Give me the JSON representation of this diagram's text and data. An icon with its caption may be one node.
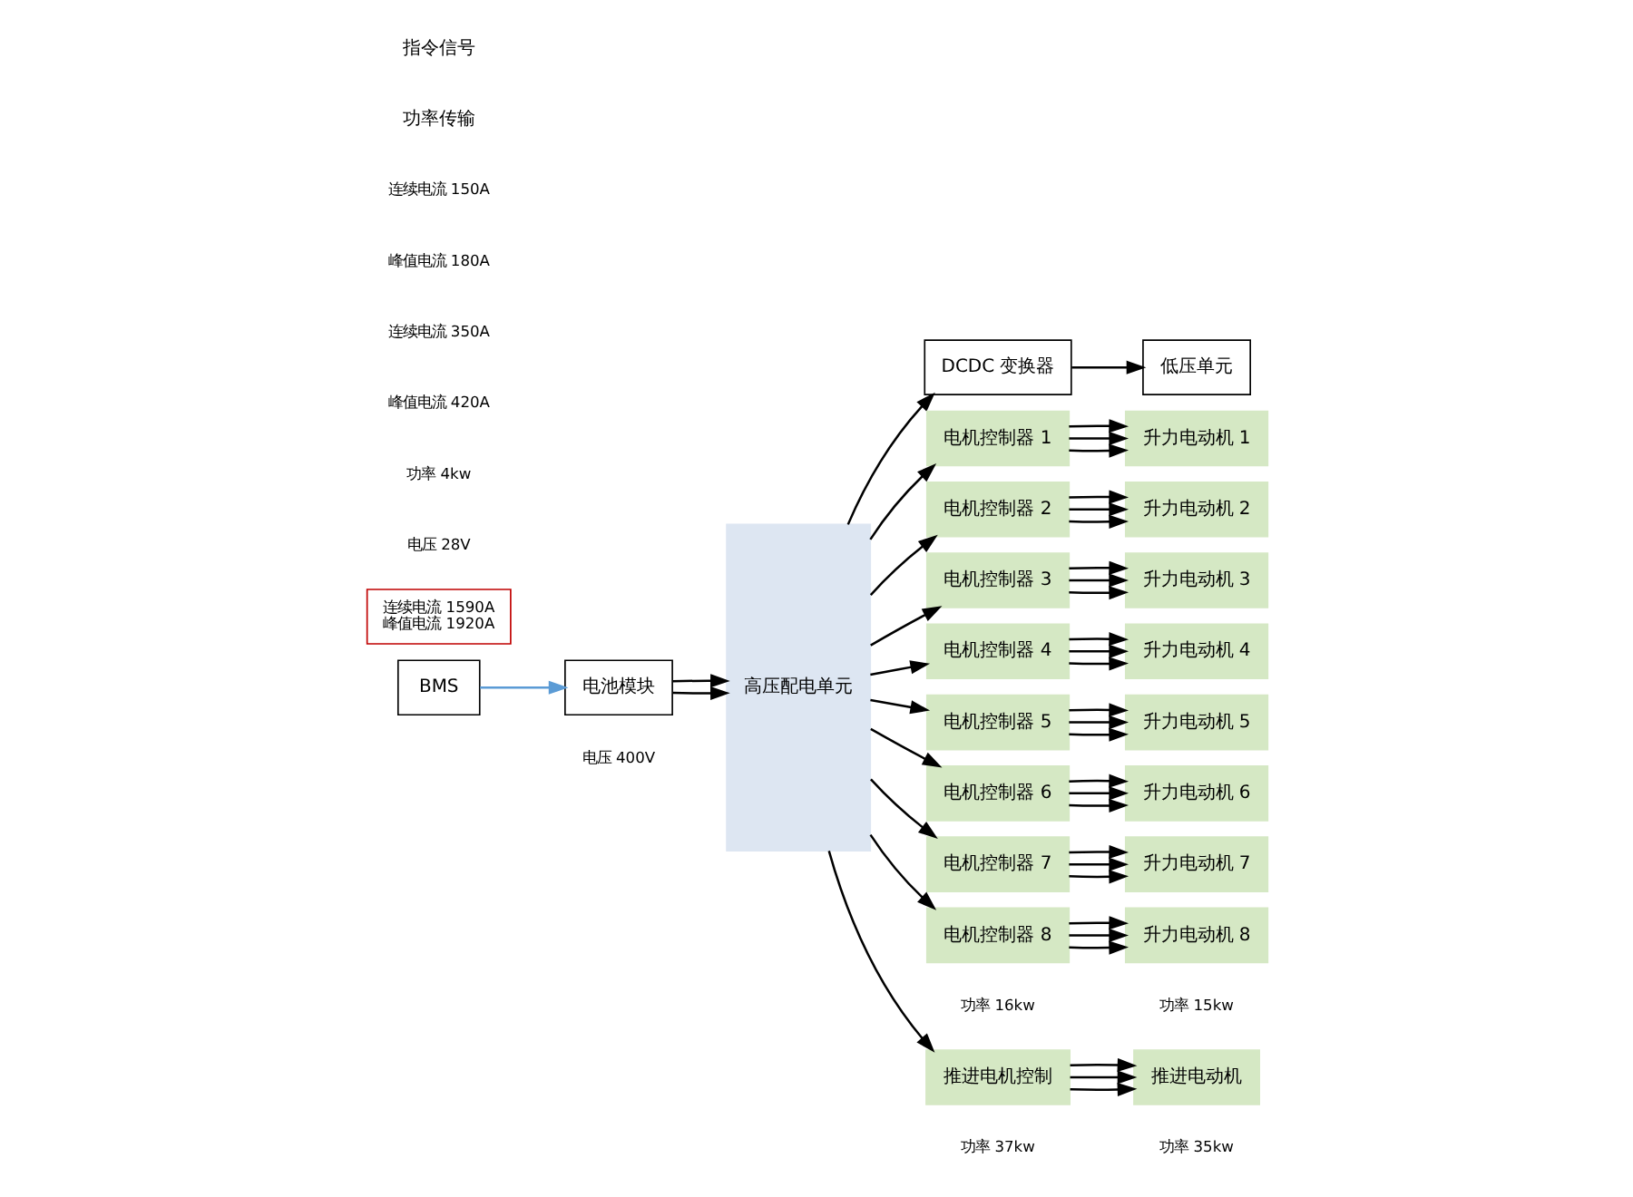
{
  "diagram": {
    "nodes": [
      {
        "text": [
          "低压单元"
        ]
      },
      {
        "text": [
          "DCDC 变换器"
        ]
      },
      {
        "text": [
          "BMS"
        ]
      },
      {
        "text": [
          "电池模块"
        ],
        "beside": [
          "电压 400V"
        ]
      },
      {
        "text": [
          "高压配电单元"
        ]
      },
      {
        "text": [
          "电机控制器 1"
        ]
      },
      {
        "text": [
          "电机控制器 2"
        ]
      },
      {
        "text": [
          "电机控制器 3"
        ]
      },
      {
        "text": [
          "电机控制器 4"
        ]
      },
      {
        "text": [
          "电机控制器 5"
        ]
      },
      {
        "text": [
          "电机控制器 6"
        ]
      },
      {
        "text": [
          "电机控制器 7"
        ]
      },
      {
        "text": [
          "电机控制器 8"
        ],
        "beside": [
          "功率 16kw"
        ]
      },
      {
        "text": [
          "升力电动机 1"
        ]
      },
      {
        "text": [
          "升力电动机 2"
        ]
      },
      {
        "text": [
          "升力电动机 3"
        ]
      },
      {
        "text": [
          "升力电动机 4"
        ]
      },
      {
        "text": [
          "升力电动机 5"
        ]
      },
      {
        "text": [
          "升力电动机 6"
        ]
      },
      {
        "text": [
          "升力电动机 7"
        ]
      },
      {
        "text": [
          "升力电动机 8"
        ],
        "beside": [
          "功率 15kw"
        ]
      },
      {
        "text": [
          "推进电机控制"
        ],
        "beside": [
          "功率 37kw"
        ]
      },
      {
        "text": [
          "推进电动机"
        ],
        "beside": [
          "功率 35kw"
        ]
      },
      {
        "text": [
          "连续电流 1590A",
          "峰值电流 1920A"
        ]
      }
    ],
    "edges": [
      {
        "from": 1,
        "to": 0,
        "arrow": "to"
      },
      {
        "from": 4,
        "to": 1,
        "arrow": "to"
      },
      {
        "from": 2,
        "to": 3,
        "arrow": "to",
        "color": "#5b9bd5"
      },
      {
        "from": 3,
        "to": 4,
        "arrow": "to"
      },
      {
        "from": 3,
        "to": 4,
        "arrow": "to"
      },
      {
        "from": 4,
        "to": 5,
        "arrow": "to"
      },
      {
        "from": 4,
        "to": 6,
        "arrow": "to"
      },
      {
        "from": 4,
        "to": 7,
        "arrow": "to"
      },
      {
        "from": 4,
        "to": 8,
        "arrow": "to"
      },
      {
        "from": 4,
        "to": 9,
        "arrow": "to"
      },
      {
        "from": 4,
        "to": 10,
        "arrow": "to"
      },
      {
        "from": 4,
        "to": 11,
        "arrow": "to"
      },
      {
        "from": 4,
        "to": 12,
        "arrow": "to"
      },
      {
        "from": 5,
        "to": 13,
        "arrow": "to"
      },
      {
        "from": 5,
        "to": 13,
        "arrow": "to"
      },
      {
        "from": 5,
        "to": 13,
        "arrow": "to"
      },
      {
        "from": 6,
        "to": 14,
        "arrow": "to"
      },
      {
        "from": 6,
        "to": 14,
        "arrow": "to"
      },
      {
        "from": 6,
        "to": 14,
        "arrow": "to"
      },
      {
        "from": 7,
        "to": 15,
        "arrow": "to"
      },
      {
        "from": 7,
        "to": 15,
        "arrow": "to"
      },
      {
        "from": 7,
        "to": 15,
        "arrow": "to"
      },
      {
        "from": 8,
        "to": 16,
        "arrow": "to"
      },
      {
        "from": 8,
        "to": 16,
        "arrow": "to"
      },
      {
        "from": 8,
        "to": 16,
        "arrow": "to"
      },
      {
        "from": 9,
        "to": 17,
        "arrow": "to"
      },
      {
        "from": 9,
        "to": 17,
        "arrow": "to"
      },
      {
        "from": 9,
        "to": 17,
        "arrow": "to"
      },
      {
        "from": 10,
        "to": 18,
        "arrow": "to"
      },
      {
        "from": 10,
        "to": 18,
        "arrow": "to"
      },
      {
        "from": 10,
        "to": 18,
        "arrow": "to"
      },
      {
        "from": 11,
        "to": 19,
        "arrow": "to"
      },
      {
        "from": 11,
        "to": 19,
        "arrow": "to"
      },
      {
        "from": 11,
        "to": 19,
        "arrow": "to"
      },
      {
        "from": 12,
        "to": 20,
        "arrow": "to"
      },
      {
        "from": 12,
        "to": 20,
        "arrow": "to"
      },
      {
        "from": 12,
        "to": 20,
        "arrow": "to"
      },
      {
        "from": 4,
        "to": 21,
        "arrow": "to"
      },
      {
        "from": 21,
        "to": 22,
        "arrow": "to"
      },
      {
        "from": 21,
        "to": 22,
        "arrow": "to"
      },
      {
        "from": 21,
        "to": 22,
        "arrow": "to"
      }
    ],
    "labels": [
      "功率 4kw",
      "电压 28V",
      "连续电流 350A",
      "峰值电流 420A",
      "连续电流 150A",
      "峰值电流 180A"
    ],
    "legend": [
      {
        "text": "指令信号"
      },
      {
        "text": "功率传输"
      }
    ]
  }
}
